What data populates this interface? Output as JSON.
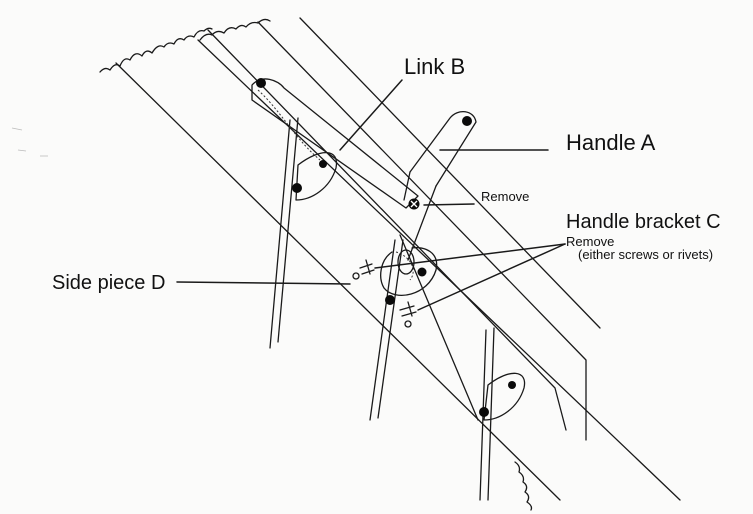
{
  "labels": {
    "link_b": "Link B",
    "handle_a": "Handle A",
    "remove_1": "Remove",
    "handle_bracket_c": "Handle bracket C",
    "remove_2": "Remove",
    "remove_note": "(either screws or rivets)",
    "side_piece_d": "Side piece D"
  }
}
